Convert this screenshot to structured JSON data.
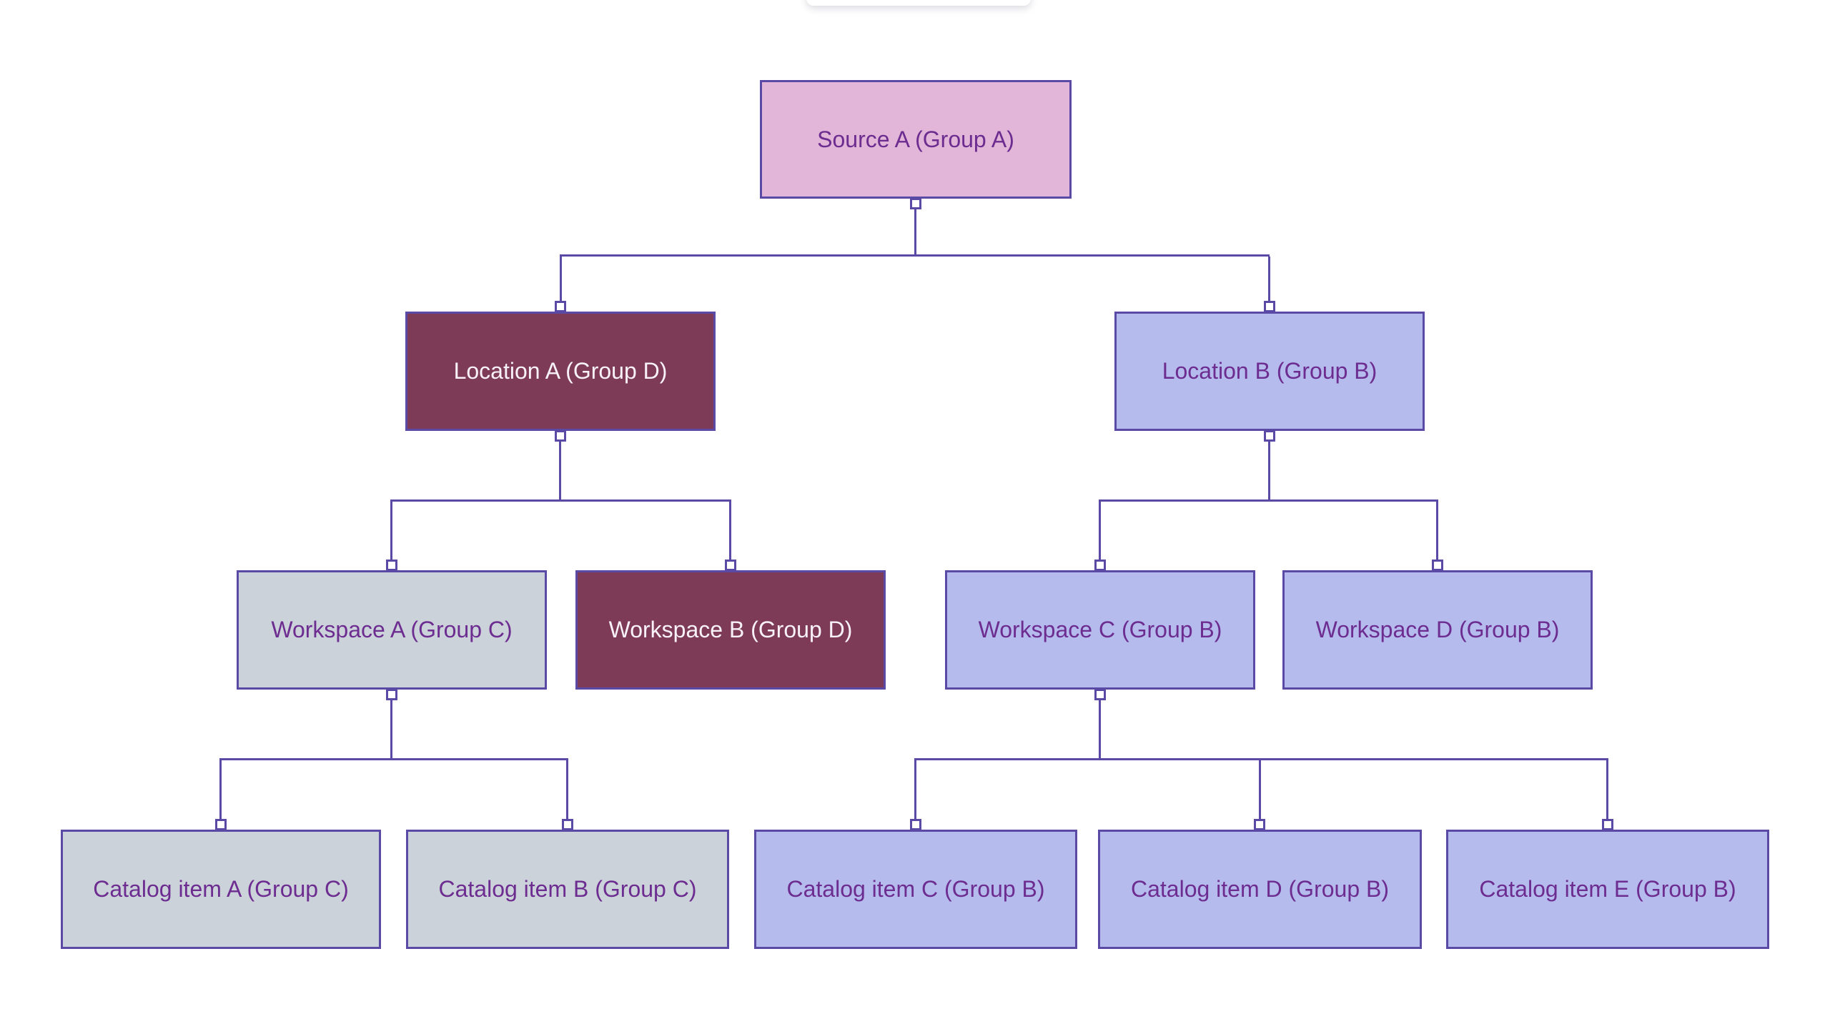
{
  "page": {
    "background": "#ffffff",
    "toolbar_remnant": {
      "visible": true,
      "description": "white rounded panel shadow peeking at top center"
    }
  },
  "diagram": {
    "type": "hierarchy-tree",
    "stroke_color": "#5b49a6",
    "port_fill": "#ffffff",
    "nodes": [
      {
        "id": "source-a",
        "label": "Source A (Group A)",
        "group": "Group A",
        "fill": "#e2b6d8",
        "text_color": "#6c2c90"
      },
      {
        "id": "location-a",
        "label": "Location A (Group D)",
        "group": "Group D",
        "fill": "#7d3b57",
        "text_color": "#f8f2f8"
      },
      {
        "id": "location-b",
        "label": "Location B (Group B)",
        "group": "Group B",
        "fill": "#b5bbec",
        "text_color": "#6c2c90"
      },
      {
        "id": "workspace-a",
        "label": "Workspace A (Group C)",
        "group": "Group C",
        "fill": "#ccd2da",
        "text_color": "#6c2c90"
      },
      {
        "id": "workspace-b",
        "label": "Workspace B (Group D)",
        "group": "Group D",
        "fill": "#7d3b57",
        "text_color": "#f8f2f8"
      },
      {
        "id": "workspace-c",
        "label": "Workspace C (Group B)",
        "group": "Group B",
        "fill": "#b5bbec",
        "text_color": "#6c2c90"
      },
      {
        "id": "workspace-d",
        "label": "Workspace D (Group B)",
        "group": "Group B",
        "fill": "#b5bbec",
        "text_color": "#6c2c90"
      },
      {
        "id": "catalog-a",
        "label": "Catalog item A (Group C)",
        "group": "Group C",
        "fill": "#ccd2da",
        "text_color": "#6c2c90"
      },
      {
        "id": "catalog-b",
        "label": "Catalog item B (Group C)",
        "group": "Group C",
        "fill": "#ccd2da",
        "text_color": "#6c2c90"
      },
      {
        "id": "catalog-c",
        "label": "Catalog item C (Group B)",
        "group": "Group B",
        "fill": "#b5bbec",
        "text_color": "#6c2c90"
      },
      {
        "id": "catalog-d",
        "label": "Catalog item D (Group B)",
        "group": "Group B",
        "fill": "#b5bbec",
        "text_color": "#6c2c90"
      },
      {
        "id": "catalog-e",
        "label": "Catalog item E (Group B)",
        "group": "Group B",
        "fill": "#b5bbec",
        "text_color": "#6c2c90"
      }
    ],
    "edges": [
      {
        "from": "source-a",
        "to": [
          "location-a",
          "location-b"
        ]
      },
      {
        "from": "location-a",
        "to": [
          "workspace-a",
          "workspace-b"
        ]
      },
      {
        "from": "location-b",
        "to": [
          "workspace-c",
          "workspace-d"
        ]
      },
      {
        "from": "workspace-a",
        "to": [
          "catalog-a",
          "catalog-b"
        ]
      },
      {
        "from": "workspace-c",
        "to": [
          "catalog-c",
          "catalog-d",
          "catalog-e"
        ]
      }
    ]
  }
}
